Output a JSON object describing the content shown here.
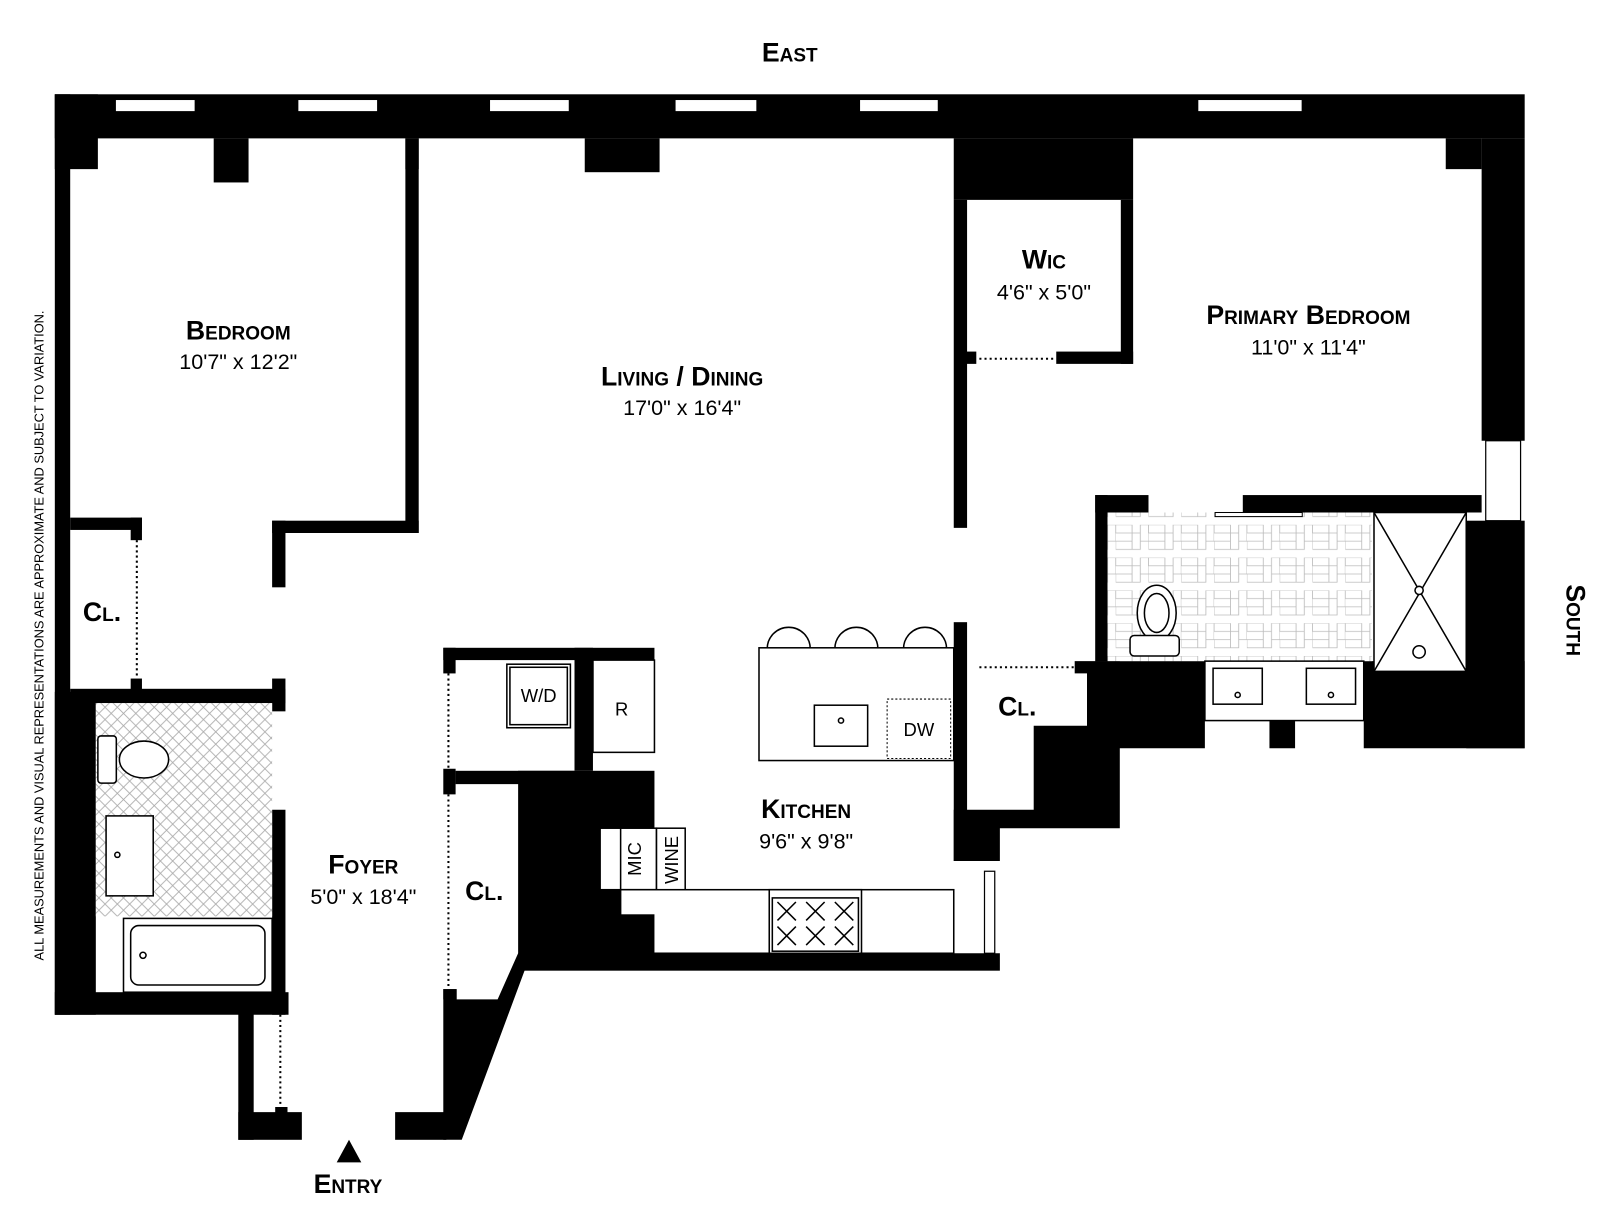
{
  "orientation": {
    "top": "East",
    "right": "South"
  },
  "entry_label": "Entry",
  "disclaimer": "ALL MEASUREMENTS AND VISUAL REPRESENTATIONS ARE APPROXIMATE AND SUBJECT TO VARIATION.",
  "rooms": {
    "bedroom": {
      "name": "Bedroom",
      "size": "10'7\" x 12'2\""
    },
    "living_dining": {
      "name": "Living / Dining",
      "size": "17'0\" x 16'4\""
    },
    "wic": {
      "name": "Wic",
      "size": "4'6\" x 5'0\""
    },
    "primary_bedroom": {
      "name": "Primary Bedroom",
      "size": "11'0\" x 11'4\""
    },
    "kitchen": {
      "name": "Kitchen",
      "size": "9'6\" x 9'8\""
    },
    "foyer": {
      "name": "Foyer",
      "size": "5'0\" x 18'4\""
    },
    "closet_bedroom": {
      "name": "Cl."
    },
    "closet_foyer": {
      "name": "Cl."
    },
    "closet_primary": {
      "name": "Cl."
    }
  },
  "fixtures": {
    "washer_dryer": "W/D",
    "refrigerator": "R",
    "dishwasher": "DW",
    "microwave": "MIC",
    "wine": "WINE"
  }
}
